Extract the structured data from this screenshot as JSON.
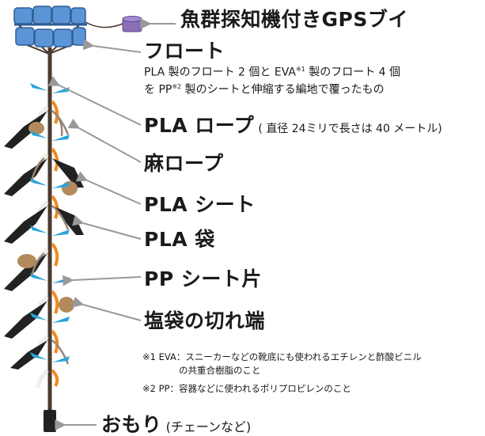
{
  "labels": {
    "buoy": "魚群探知機付きGPSブイ",
    "float": "フロート",
    "float_desc_1a": "PLA 製のフロート 2 個と EVA",
    "float_desc_1_note": "※1",
    "float_desc_1b": " 製のフロート 4 個",
    "float_desc_2a": "を PP",
    "float_desc_2_note": "※2",
    "float_desc_2b": " 製のシートと伸縮する編地で覆ったもの",
    "pla_rope": "PLA ロープ",
    "pla_rope_desc": "( 直径 24ミリで長さは 40 メートル)",
    "hemp_rope": "麻ロープ",
    "pla_sheet": "PLA シート",
    "pla_bag": "PLA 袋",
    "pp_sheet": "PP シート片",
    "salt_bag": "塩袋の切れ端",
    "note1_line1": "※1 EVA：スニーカーなどの靴底にも使われるエチレンと酢酸ビニル",
    "note1_line2": "の共重合樹脂のこと",
    "note2": "※2 PP：容器などに使われるポリプロピレンのこと",
    "weight": "おもり",
    "weight_desc": "(チェーンなど)"
  },
  "colors": {
    "rope": "#4a3a30",
    "float_blue": "#5b95d6",
    "float_dark": "#3a6fae",
    "buoy_purple": "#8a6fb8",
    "black_strips": "#222222",
    "white_strips": "#efeee8",
    "cyan_strips": "#29a3d9",
    "orange_strips": "#f08a1c",
    "hemp": "#9a8676",
    "bag": "#b38a5c",
    "arrow": "#999999"
  }
}
